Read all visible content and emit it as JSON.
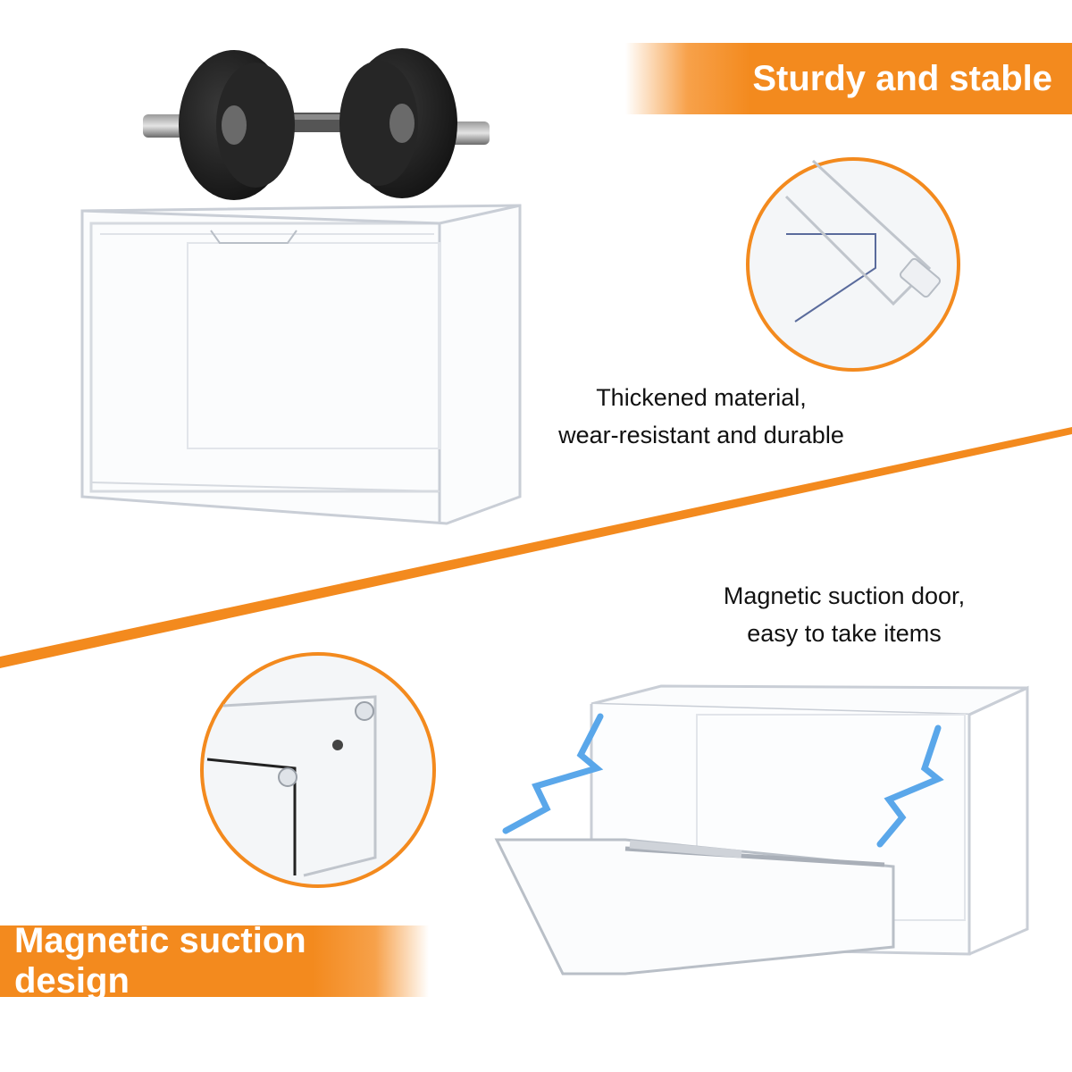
{
  "banners": {
    "top": "Sturdy and stable",
    "bottom": "Magnetic suction design"
  },
  "captions": {
    "thickened_line1": "Thickened material,",
    "thickened_line2": "wear-resistant and durable",
    "magnetic_line1": "Magnetic suction door,",
    "magnetic_line2": "easy to take items"
  },
  "colors": {
    "accent_orange": "#f38a1e",
    "magnet_blue": "#5aa7ea",
    "acrylic_edge": "#c9ced6",
    "dumbbell": "#1f1f1f"
  }
}
